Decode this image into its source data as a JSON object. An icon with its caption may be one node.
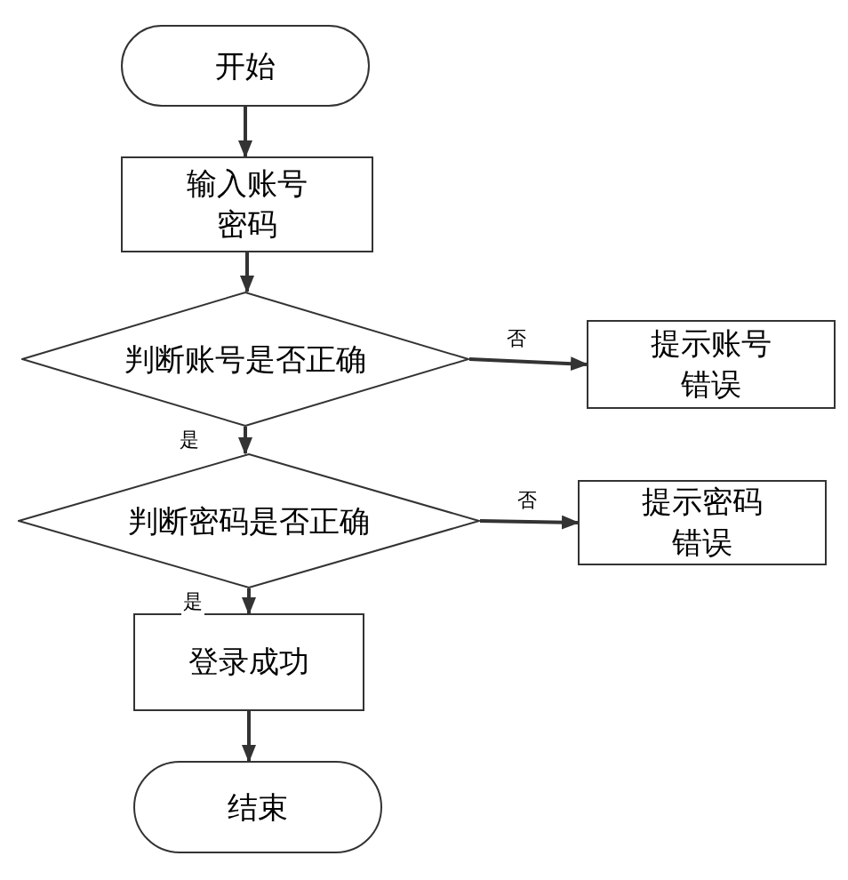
{
  "diagram": {
    "nodes": [
      {
        "text": [
          "开始"
        ]
      },
      {
        "text": [
          "输入账号密码"
        ]
      },
      {
        "text": [
          "判断账号是否正确"
        ]
      },
      {
        "text": [
          "提示账号错误"
        ]
      },
      {
        "text": [
          "判断密码是否正确"
        ]
      },
      {
        "text": [
          "提示密码错误"
        ]
      },
      {
        "text": [
          "登录成功"
        ]
      },
      {
        "text": [
          "结束"
        ]
      }
    ],
    "edges": [
      {
        "from": 0,
        "to": 1,
        "arrow": "to"
      },
      {
        "from": 1,
        "to": 2,
        "arrow": "to"
      },
      {
        "from": 2,
        "to": 3,
        "arrow": "to",
        "label": "否"
      },
      {
        "from": 2,
        "to": 4,
        "arrow": "to",
        "label": "是"
      },
      {
        "from": 4,
        "to": 5,
        "arrow": "to",
        "label": "否"
      },
      {
        "from": 4,
        "to": 6,
        "arrow": "to",
        "label": "是"
      },
      {
        "from": 6,
        "to": 7,
        "arrow": "to"
      }
    ]
  }
}
